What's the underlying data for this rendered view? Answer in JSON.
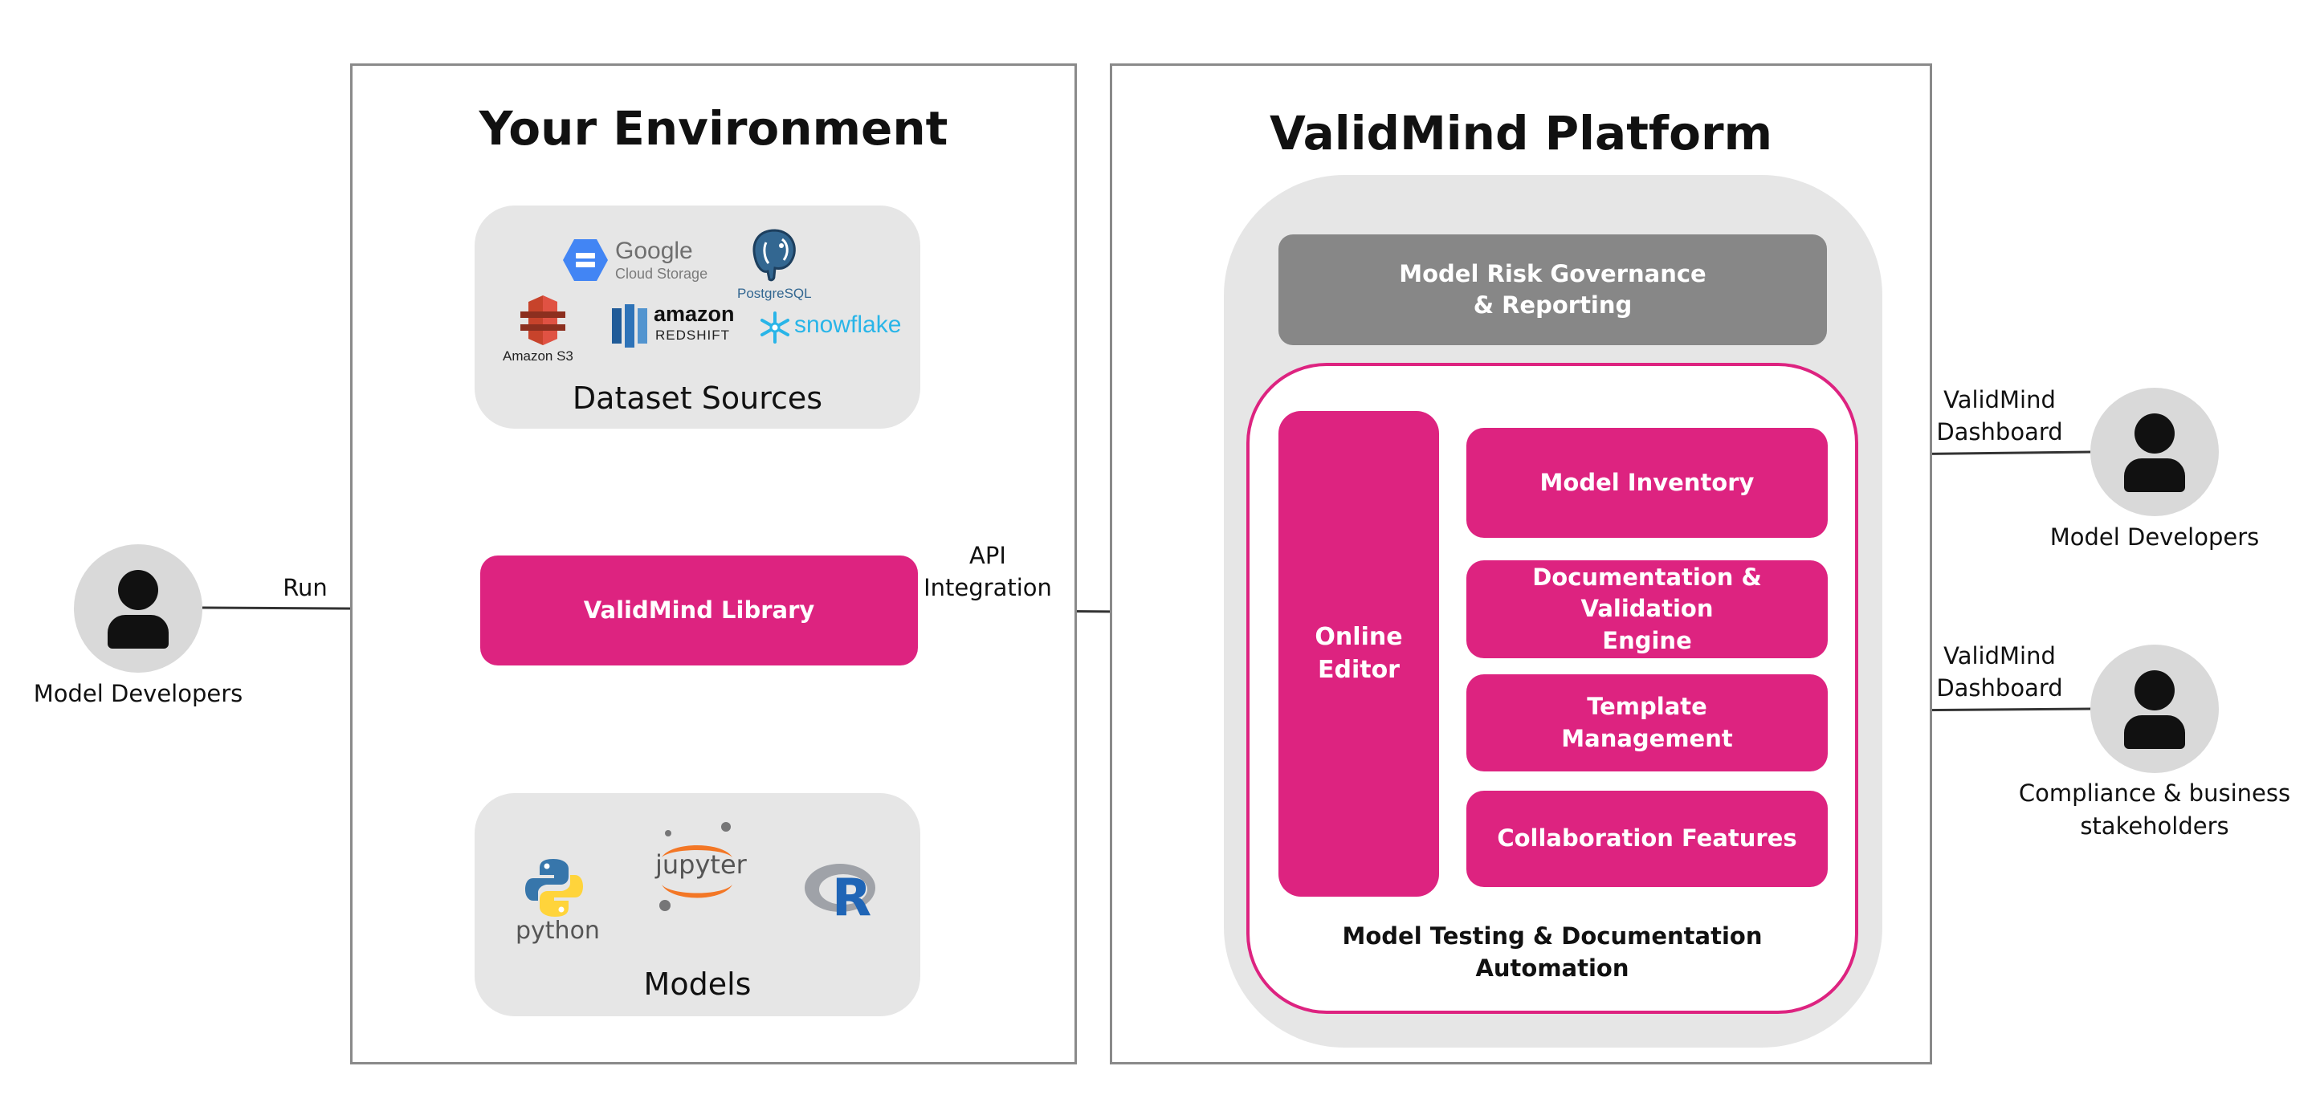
{
  "environment": {
    "title": "Your Environment",
    "dataset_sources": {
      "label": "Dataset Sources",
      "logos": {
        "google_name": "Google",
        "google_sub": "Cloud Storage",
        "postgres": "PostgreSQL",
        "s3": "Amazon S3",
        "redshift_top": "amazon",
        "redshift_bottom": "REDSHIFT",
        "snowflake": "snowflake"
      }
    },
    "library": "ValidMind Library",
    "models": {
      "label": "Models",
      "logos": {
        "python": "python",
        "jupyter": "jupyter",
        "r": "R"
      }
    }
  },
  "platform": {
    "title": "ValidMind Platform",
    "governance": [
      "Model Risk Governance",
      "& Reporting"
    ],
    "online_editor": [
      "Online",
      "Editor"
    ],
    "features": [
      {
        "line1": "Model Inventory",
        "line2": ""
      },
      {
        "line1": "Documentation & Validation",
        "line2": "Engine"
      },
      {
        "line1": "Template",
        "line2": "Management"
      },
      {
        "line1": "Collaboration Features",
        "line2": ""
      }
    ],
    "automation": [
      "Model Testing & Documentation",
      "Automation"
    ]
  },
  "actors": {
    "left_developers": "Model Developers",
    "right_developers": "Model Developers",
    "compliance": [
      "Compliance & business",
      "stakeholders"
    ]
  },
  "edges": {
    "run": "Run",
    "api": [
      "API",
      "Integration"
    ],
    "dashboard_1": [
      "ValidMind",
      "Dashboard"
    ],
    "dashboard_2": [
      "ValidMind",
      "Dashboard"
    ]
  },
  "colors": {
    "pink": "#dd2380",
    "grey": "#e6e6e6",
    "dark_grey": "#878787"
  }
}
